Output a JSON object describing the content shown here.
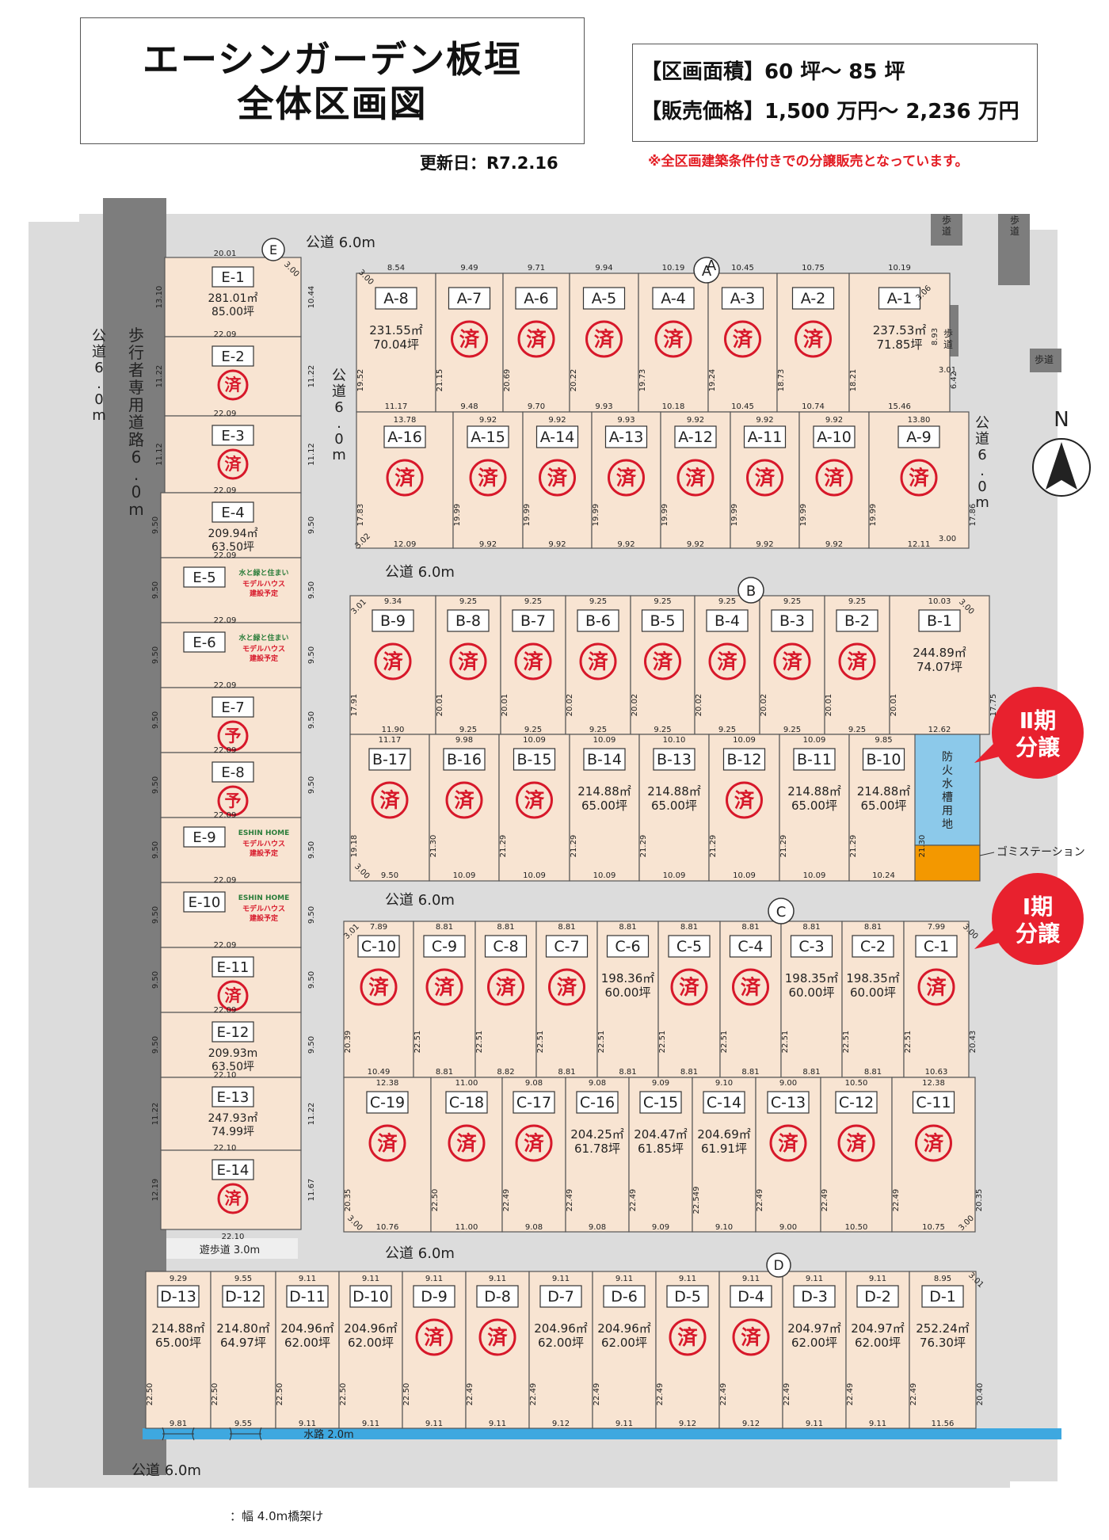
{
  "header": {
    "title_line1": "エーシンガーデン板垣",
    "title_line2": "全体区画図",
    "area_range": "【区画面積】60 坪～ 85 坪",
    "price_range": "【販売価格】1,500 万円～ 2,236 万円",
    "updated": "更新日：R7.2.16",
    "note": "※全区画建築条件付きでの分譲販売となっています。"
  },
  "colors": {
    "lot_fill": "#f8e4d2",
    "road": "#dcdcdc",
    "sidewalk": "#7d7d7d",
    "water": "#3ea8e0",
    "water_tank": "#8cc9ea",
    "garbage": "#f39800",
    "sold_red": "#d7182a",
    "phase_red": "#e8212e"
  },
  "roads": {
    "top": "公道 6.0m",
    "left": "公道 6.0 m",
    "pedestrian": "歩行者専用道路 6.0 m",
    "east_inner": "公道 6.0 m",
    "east_right": "公道 6.0 m",
    "between_ab": "公道 6.0m",
    "between_bc": "公道 6.0m",
    "between_cd": "公道 6.0m",
    "bottom": "公道 6.0m",
    "promenade": "遊歩道 3.0m",
    "waterway": "水路 2.0m",
    "walk_1": "歩 道",
    "walk_2": "歩 道",
    "walk_3": "歩 道",
    "walk_4": "歩道"
  },
  "blocks": {
    "A": "A",
    "B": "B",
    "C": "C",
    "D": "D",
    "E": "E"
  },
  "markers": {
    "sold": "済",
    "reserved": "予"
  },
  "lots": {
    "E": [
      {
        "id": "E-1",
        "status": "avail",
        "area": "281.01㎡",
        "tsubo": "85.00坪"
      },
      {
        "id": "E-2",
        "status": "sold"
      },
      {
        "id": "E-3",
        "status": "sold"
      },
      {
        "id": "E-4",
        "status": "avail",
        "area": "209.94㎡",
        "tsubo": "63.50坪"
      },
      {
        "id": "E-5",
        "status": "model",
        "logo": "水と緑と住まい",
        "label": "モデルハウス",
        "sub": "建設予定"
      },
      {
        "id": "E-6",
        "status": "model",
        "logo": "水と緑と住まい",
        "label": "モデルハウス",
        "sub": "建設予定"
      },
      {
        "id": "E-7",
        "status": "reserved"
      },
      {
        "id": "E-8",
        "status": "reserved"
      },
      {
        "id": "E-9",
        "status": "model",
        "logo": "ESHIN HOME",
        "label": "モデルハウス",
        "sub": "建設予定"
      },
      {
        "id": "E-10",
        "status": "model",
        "logo": "ESHIN HOME",
        "label": "モデルハウス",
        "sub": "建設予定"
      },
      {
        "id": "E-11",
        "status": "sold"
      },
      {
        "id": "E-12",
        "status": "avail",
        "area": "209.93m",
        "tsubo": "63.50坪"
      },
      {
        "id": "E-13",
        "status": "avail",
        "area": "247.93㎡",
        "tsubo": "74.99坪"
      },
      {
        "id": "E-14",
        "status": "sold"
      }
    ],
    "A_top": [
      {
        "id": "A-8",
        "status": "avail",
        "area": "231.55㎡",
        "tsubo": "70.04坪"
      },
      {
        "id": "A-7",
        "status": "sold"
      },
      {
        "id": "A-6",
        "status": "sold"
      },
      {
        "id": "A-5",
        "status": "sold"
      },
      {
        "id": "A-4",
        "status": "sold"
      },
      {
        "id": "A-3",
        "status": "sold"
      },
      {
        "id": "A-2",
        "status": "sold"
      },
      {
        "id": "A-1",
        "status": "avail",
        "area": "237.53㎡",
        "tsubo": "71.85坪"
      }
    ],
    "A_bottom": [
      {
        "id": "A-16",
        "status": "sold"
      },
      {
        "id": "A-15",
        "status": "sold"
      },
      {
        "id": "A-14",
        "status": "sold"
      },
      {
        "id": "A-13",
        "status": "sold"
      },
      {
        "id": "A-12",
        "status": "sold"
      },
      {
        "id": "A-11",
        "status": "sold"
      },
      {
        "id": "A-10",
        "status": "sold"
      },
      {
        "id": "A-9",
        "status": "sold"
      }
    ],
    "B_top": [
      {
        "id": "B-9",
        "status": "sold"
      },
      {
        "id": "B-8",
        "status": "sold"
      },
      {
        "id": "B-7",
        "status": "sold"
      },
      {
        "id": "B-6",
        "status": "sold"
      },
      {
        "id": "B-5",
        "status": "sold"
      },
      {
        "id": "B-4",
        "status": "sold"
      },
      {
        "id": "B-3",
        "status": "sold"
      },
      {
        "id": "B-2",
        "status": "sold"
      },
      {
        "id": "B-1",
        "status": "avail",
        "area": "244.89㎡",
        "tsubo": "74.07坪"
      }
    ],
    "B_bottom": [
      {
        "id": "B-17",
        "status": "sold"
      },
      {
        "id": "B-16",
        "status": "sold"
      },
      {
        "id": "B-15",
        "status": "sold"
      },
      {
        "id": "B-14",
        "status": "avail",
        "area": "214.88㎡",
        "tsubo": "65.00坪"
      },
      {
        "id": "B-13",
        "status": "avail",
        "area": "214.88㎡",
        "tsubo": "65.00坪"
      },
      {
        "id": "B-12",
        "status": "sold"
      },
      {
        "id": "B-11",
        "status": "avail",
        "area": "214.88㎡",
        "tsubo": "65.00坪"
      },
      {
        "id": "B-10",
        "status": "avail",
        "area": "214.88㎡",
        "tsubo": "65.00坪"
      }
    ],
    "C_top": [
      {
        "id": "C-10",
        "status": "sold"
      },
      {
        "id": "C-9",
        "status": "sold"
      },
      {
        "id": "C-8",
        "status": "sold"
      },
      {
        "id": "C-7",
        "status": "sold"
      },
      {
        "id": "C-6",
        "status": "avail",
        "area": "198.36㎡",
        "tsubo": "60.00坪"
      },
      {
        "id": "C-5",
        "status": "sold"
      },
      {
        "id": "C-4",
        "status": "sold"
      },
      {
        "id": "C-3",
        "status": "avail",
        "area": "198.35㎡",
        "tsubo": "60.00坪"
      },
      {
        "id": "C-2",
        "status": "avail",
        "area": "198.35㎡",
        "tsubo": "60.00坪"
      },
      {
        "id": "C-1",
        "status": "sold"
      }
    ],
    "C_bottom": [
      {
        "id": "C-19",
        "status": "sold"
      },
      {
        "id": "C-18",
        "status": "sold"
      },
      {
        "id": "C-17",
        "status": "sold"
      },
      {
        "id": "C-16",
        "status": "avail",
        "area": "204.25㎡",
        "tsubo": "61.78坪"
      },
      {
        "id": "C-15",
        "status": "avail",
        "area": "204.47㎡",
        "tsubo": "61.85坪"
      },
      {
        "id": "C-14",
        "status": "avail",
        "area": "204.69㎡",
        "tsubo": "61.91坪"
      },
      {
        "id": "C-13",
        "status": "sold"
      },
      {
        "id": "C-12",
        "status": "sold"
      },
      {
        "id": "C-11",
        "status": "sold"
      }
    ],
    "D": [
      {
        "id": "D-13",
        "status": "avail",
        "area": "214.88㎡",
        "tsubo": "65.00坪"
      },
      {
        "id": "D-12",
        "status": "avail",
        "area": "214.80㎡",
        "tsubo": "64.97坪"
      },
      {
        "id": "D-11",
        "status": "avail",
        "area": "204.96㎡",
        "tsubo": "62.00坪"
      },
      {
        "id": "D-10",
        "status": "avail",
        "area": "204.96㎡",
        "tsubo": "62.00坪"
      },
      {
        "id": "D-9",
        "status": "sold"
      },
      {
        "id": "D-8",
        "status": "sold"
      },
      {
        "id": "D-7",
        "status": "avail",
        "area": "204.96㎡",
        "tsubo": "62.00坪"
      },
      {
        "id": "D-6",
        "status": "avail",
        "area": "204.96㎡",
        "tsubo": "62.00坪"
      },
      {
        "id": "D-5",
        "status": "sold"
      },
      {
        "id": "D-4",
        "status": "sold"
      },
      {
        "id": "D-3",
        "status": "avail",
        "area": "204.97㎡",
        "tsubo": "62.00坪"
      },
      {
        "id": "D-2",
        "status": "avail",
        "area": "204.97㎡",
        "tsubo": "62.00坪"
      },
      {
        "id": "D-1",
        "status": "avail",
        "area": "252.24㎡",
        "tsubo": "76.30坪"
      }
    ]
  },
  "dimensions": {
    "A_top_top": [
      "8.54",
      "9.49",
      "9.71",
      "9.94",
      "10.19",
      "10.45",
      "10.75",
      "10.19"
    ],
    "A_top_bottom": [
      "11.17",
      "9.48",
      "9.70",
      "9.93",
      "10.18",
      "10.45",
      "10.74",
      "15.46"
    ],
    "A_top_side": [
      "19.52",
      "21.15",
      "20.69",
      "20.22",
      "19.73",
      "19.24",
      "18.73",
      "18.21",
      "6.42"
    ],
    "A_bottom_top": [
      "13.78",
      "9.92",
      "9.92",
      "9.93",
      "9.92",
      "9.92",
      "9.92",
      "13.80"
    ],
    "A_bottom_bottom": [
      "12.09",
      "9.92",
      "9.92",
      "9.92",
      "9.92",
      "9.92",
      "9.92",
      "12.11"
    ],
    "A_bottom_side": [
      "17.83",
      "19.99",
      "19.99",
      "19.99",
      "19.99",
      "19.99",
      "19.99",
      "19.99",
      "17.86"
    ],
    "A_extra": [
      "3.00",
      "3.06",
      "8.93",
      "3.01",
      "3.02",
      "3.00"
    ],
    "B_top_top": [
      "9.34",
      "9.25",
      "9.25",
      "9.25",
      "9.25",
      "9.25",
      "9.25",
      "9.25",
      "10.03"
    ],
    "B_top_bottom": [
      "11.90",
      "9.25",
      "9.25",
      "9.25",
      "9.25",
      "9.25",
      "9.25",
      "9.25",
      "12.62"
    ],
    "B_top_side": [
      "17.91",
      "20.01",
      "20.01",
      "20.02",
      "20.02",
      "20.02",
      "20.02",
      "20.01",
      "20.01",
      "17.75"
    ],
    "B_bottom_top": [
      "11.17",
      "9.98",
      "10.09",
      "10.09",
      "10.10",
      "10.09",
      "10.09",
      "9.85"
    ],
    "B_bottom_bottom": [
      "9.50",
      "10.09",
      "10.09",
      "10.09",
      "10.09",
      "10.09",
      "10.09",
      "10.24"
    ],
    "B_bottom_side": [
      "19.18",
      "21.30",
      "21.29",
      "21.29",
      "21.29",
      "21.29",
      "21.29",
      "21.29",
      "21.30"
    ],
    "B_extra": [
      "3.01",
      "3.00",
      "3.00"
    ],
    "C_top_top": [
      "7.89",
      "8.81",
      "8.81",
      "8.81",
      "8.81",
      "8.81",
      "8.81",
      "8.81",
      "8.81",
      "7.99"
    ],
    "C_top_bottom": [
      "10.49",
      "8.81",
      "8.82",
      "8.81",
      "8.81",
      "8.81",
      "8.81",
      "8.81",
      "8.81",
      "10.63"
    ],
    "C_top_side": [
      "20.39",
      "22.51",
      "22.51",
      "22.51",
      "22.51",
      "22.51",
      "22.51",
      "22.51",
      "22.51",
      "22.51",
      "20.43"
    ],
    "C_bottom_top": [
      "12.38",
      "11.00",
      "9.08",
      "9.08",
      "9.09",
      "9.10",
      "9.00",
      "10.50",
      "12.38"
    ],
    "C_bottom_bottom": [
      "10.76",
      "11.00",
      "9.08",
      "9.08",
      "9.09",
      "9.10",
      "9.00",
      "10.50",
      "10.75"
    ],
    "C_bottom_side": [
      "20.35",
      "22.50",
      "22.49",
      "22.49",
      "22.49",
      "22.549",
      "22.49",
      "22.49",
      "22.49",
      "20.35"
    ],
    "C_extra": [
      "3.01",
      "3.00",
      "3.00",
      "3.00"
    ],
    "D_top": [
      "9.29",
      "9.55",
      "9.11",
      "9.11",
      "9.11",
      "9.11",
      "9.11",
      "9.11",
      "9.11",
      "9.11",
      "9.11",
      "9.11",
      "8.95"
    ],
    "D_bottom": [
      "9.81",
      "9.55",
      "9.11",
      "9.11",
      "9.11",
      "9.11",
      "9.12",
      "9.11",
      "9.12",
      "9.12",
      "9.11",
      "9.11",
      "11.56"
    ],
    "D_side": [
      "22.50",
      "22.50",
      "22.50",
      "22.50",
      "22.50",
      "22.49",
      "22.49",
      "22.49",
      "22.49",
      "22.49",
      "22.49",
      "22.49",
      "22.49",
      "20.40"
    ],
    "D_extra": [
      "3.01"
    ],
    "E_top": [
      "20.01",
      "22.09",
      "22.09",
      "22.09",
      "22.09",
      "22.09",
      "22.09",
      "22.09",
      "22.09",
      "22.09",
      "22.09",
      "22.09",
      "22.10",
      "22.10",
      "22.10"
    ],
    "E_left": [
      "13.10",
      "11.22",
      "11.12",
      "9.50",
      "9.50",
      "9.50",
      "9.50",
      "9.50",
      "9.50",
      "9.50",
      "9.50",
      "9.50",
      "11.22",
      "12.19"
    ],
    "E_right": [
      "10.44",
      "11.22",
      "11.12",
      "9.50",
      "9.50",
      "9.50",
      "9.50",
      "9.50",
      "9.50",
      "9.50",
      "9.50",
      "9.50",
      "11.22",
      "11.67"
    ],
    "E_extra": [
      "3.00"
    ]
  },
  "phases": {
    "phase2_line1": "Ⅱ期",
    "phase2_line2": "分譲",
    "phase1_line1": "Ⅰ期",
    "phase1_line2": "分譲"
  },
  "facilities": {
    "water_tank": "防火水槽用地",
    "garbage": "ゴミステーション"
  },
  "compass": "N",
  "legend": "：幅 4.0m橋架け"
}
